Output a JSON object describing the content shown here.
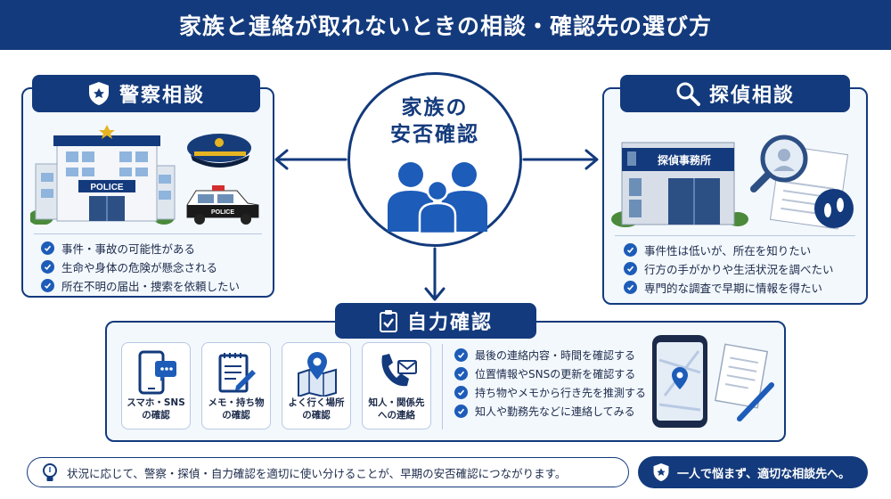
{
  "title": "家族と連絡が取れないときの相談・確認先の選び方",
  "center": {
    "line1": "家族の",
    "line2": "安否確認"
  },
  "police": {
    "heading": "警察相談",
    "sign": "POLICE",
    "car_text": "POLICE",
    "items": [
      "事件・事故の可能性がある",
      "生命や身体の危険が懸念される",
      "所在不明の届出・捜索を依頼したい"
    ]
  },
  "detective": {
    "heading": "探偵相談",
    "sign": "探偵事務所",
    "items": [
      "事件性は低いが、所在を知りたい",
      "行方の手がかりや生活状況を調べたい",
      "専門的な調査で早期に情報を得たい"
    ]
  },
  "self": {
    "heading": "自力確認",
    "tiles": [
      {
        "line1": "スマホ・SNS",
        "line2": "の確認"
      },
      {
        "line1": "メモ・持ち物",
        "line2": "の確認"
      },
      {
        "line1": "よく行く場所",
        "line2": "の確認"
      },
      {
        "line1": "知人・関係先",
        "line2": "への連絡"
      }
    ],
    "items": [
      "最後の連絡内容・時間を確認する",
      "位置情報やSNSの更新を確認する",
      "持ち物やメモから行き先を推測する",
      "知人や勤務先などに連絡してみる"
    ]
  },
  "footer": {
    "note": "状況に応じて、警察・探偵・自力確認を適切に使い分けることが、早期の安否確認につながります。",
    "badge": "一人で悩まず、適切な相談先へ。"
  },
  "colors": {
    "navy": "#133a7c",
    "accent": "#1d5cb8",
    "panel_bg": "#f3f8fd"
  }
}
